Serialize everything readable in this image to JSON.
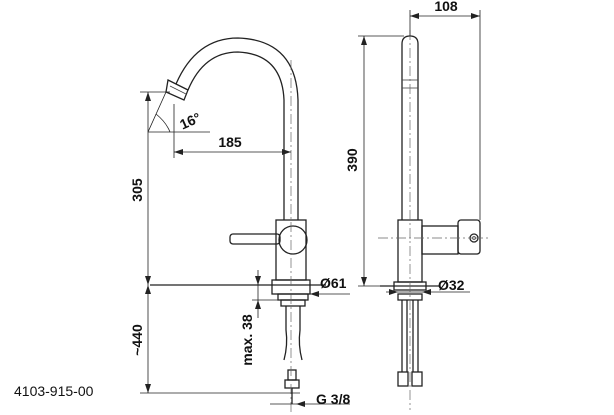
{
  "drawing": {
    "part_number": "4103-915-00",
    "dimensions": {
      "spout_reach": "185",
      "spout_angle": "16°",
      "height_to_deck": "305",
      "below_deck": "~440",
      "max_deck_thickness": "max. 38",
      "base_diameter": "Ø61",
      "connection": "G 3/8",
      "depth": "108",
      "total_height": "390",
      "body_diameter": "Ø32"
    }
  }
}
